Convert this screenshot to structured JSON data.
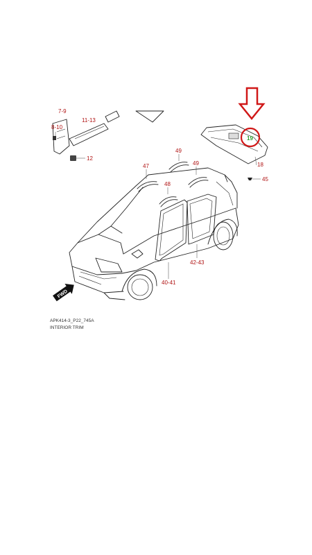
{
  "parts": {
    "p7_9": "7-9",
    "p8_10": "8-10",
    "p11_13": "11-13",
    "p12": "12",
    "p19": "19",
    "p18": "18",
    "p45": "45",
    "p47": "47",
    "p49": "49",
    "p48_a": "49",
    "p48": "48",
    "p40_41": "40-41",
    "p42_43": "42-43"
  },
  "fwd_label": "FWD",
  "caption": {
    "code": "APK414-3_P22_745A",
    "title": "INTERIOR TRIM"
  },
  "highlight": {
    "arrow_color": "#d01818",
    "circle_color": "#d01818",
    "label_color": "#2e9e2e"
  }
}
